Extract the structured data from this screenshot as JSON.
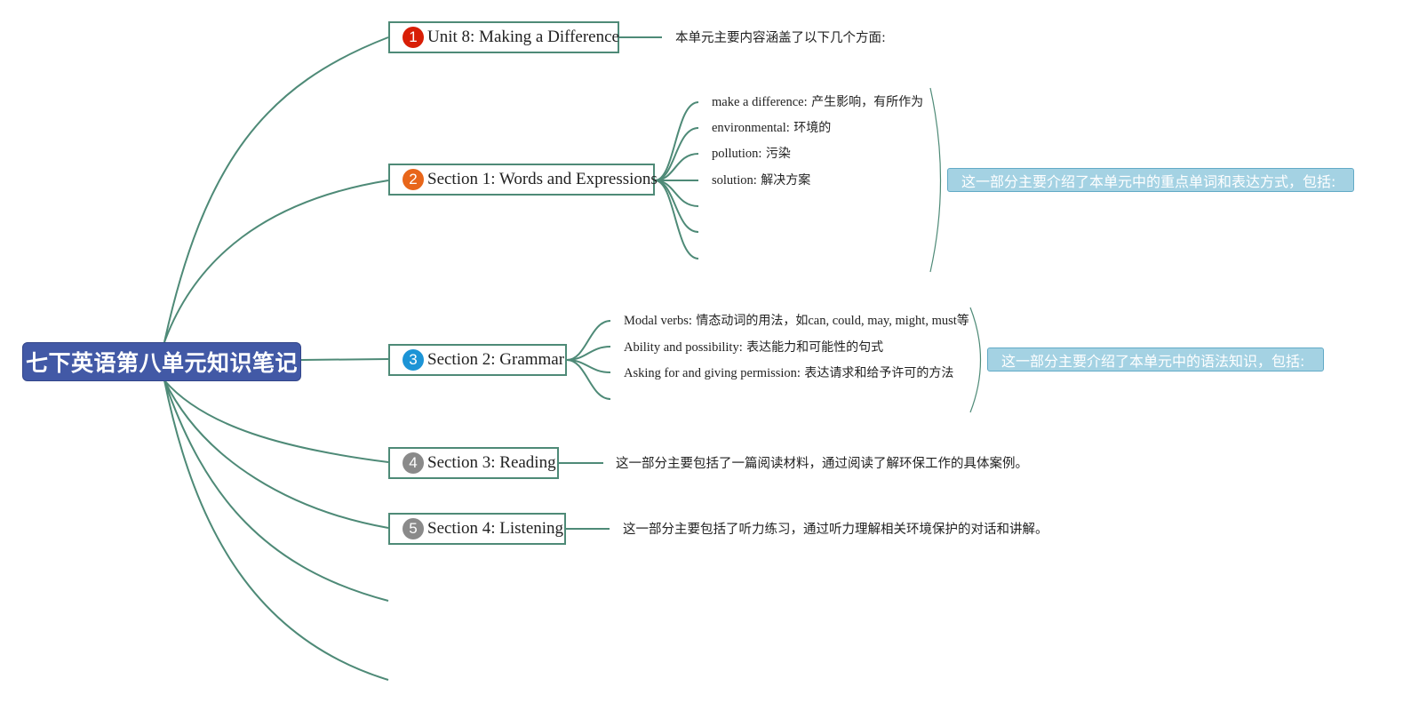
{
  "root": {
    "title": "七下英语第八单元知识笔记"
  },
  "colors": {
    "connector": "#4e8a77",
    "root_fill": "#4259a6",
    "summary_fill": "#a4d2e3",
    "badge_red": "#d81e06",
    "badge_orange": "#e8661a",
    "badge_blue": "#1c94d6",
    "badge_gray": "#8a8a8a"
  },
  "branches": [
    {
      "badge": "1",
      "label": "Unit 8: Making a Difference",
      "note": "本单元主要内容涵盖了以下几个方面:"
    },
    {
      "badge": "2",
      "label": "Section 1: Words and Expressions",
      "items": [
        {
          "en": "make a difference:",
          "zh": " 产生影响，有所作为"
        },
        {
          "en": "environmental:",
          "zh": " 环境的"
        },
        {
          "en": "pollution:",
          "zh": " 污染"
        },
        {
          "en": "solution:",
          "zh": " 解决方案"
        }
      ],
      "summary": "这一部分主要介绍了本单元中的重点单词和表达方式，包括:"
    },
    {
      "badge": "3",
      "label": "Section 2: Grammar",
      "items": [
        {
          "en": "Modal verbs:",
          "zh": " 情态动词的用法，如",
          "en2": "can, could, may, might, must",
          "zh2": "等"
        },
        {
          "en": "Ability and possibility:",
          "zh": " 表达能力和可能性的句式"
        },
        {
          "en": "Asking for and giving permission:",
          "zh": " 表达请求和给予许可的方法"
        }
      ],
      "summary": "这一部分主要介绍了本单元中的语法知识，包括:"
    },
    {
      "badge": "4",
      "label": "Section 3: Reading",
      "note": "这一部分主要包括了一篇阅读材料，通过阅读了解环保工作的具体案例。"
    },
    {
      "badge": "5",
      "label": "Section 4: Listening",
      "note": "这一部分主要包括了听力练习，通过听力理解相关环境保护的对话和讲解。"
    }
  ]
}
